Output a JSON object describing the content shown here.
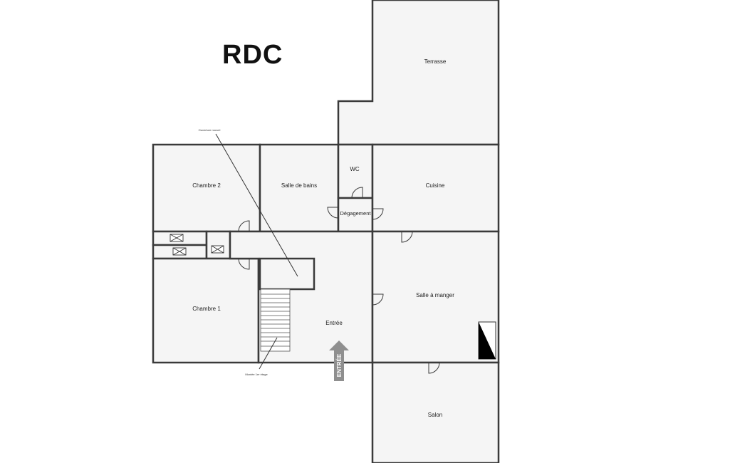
{
  "title": "RDC",
  "rooms": {
    "terrasse": "Terrasse",
    "chambre2": "Chambre 2",
    "salle_de_bains": "Salle de bains",
    "wc": "WC",
    "cuisine": "Cuisine",
    "degagement": "Dégagement",
    "chambre1": "Chambre 1",
    "entree": "Entrée",
    "salle_a_manger": "Salle à manger",
    "salon": "Salon"
  },
  "annotations": {
    "ouverture": "Ouverture nouvel",
    "montee": "Montée 1er étage"
  },
  "entry_arrow_label": "ENTRÉE"
}
